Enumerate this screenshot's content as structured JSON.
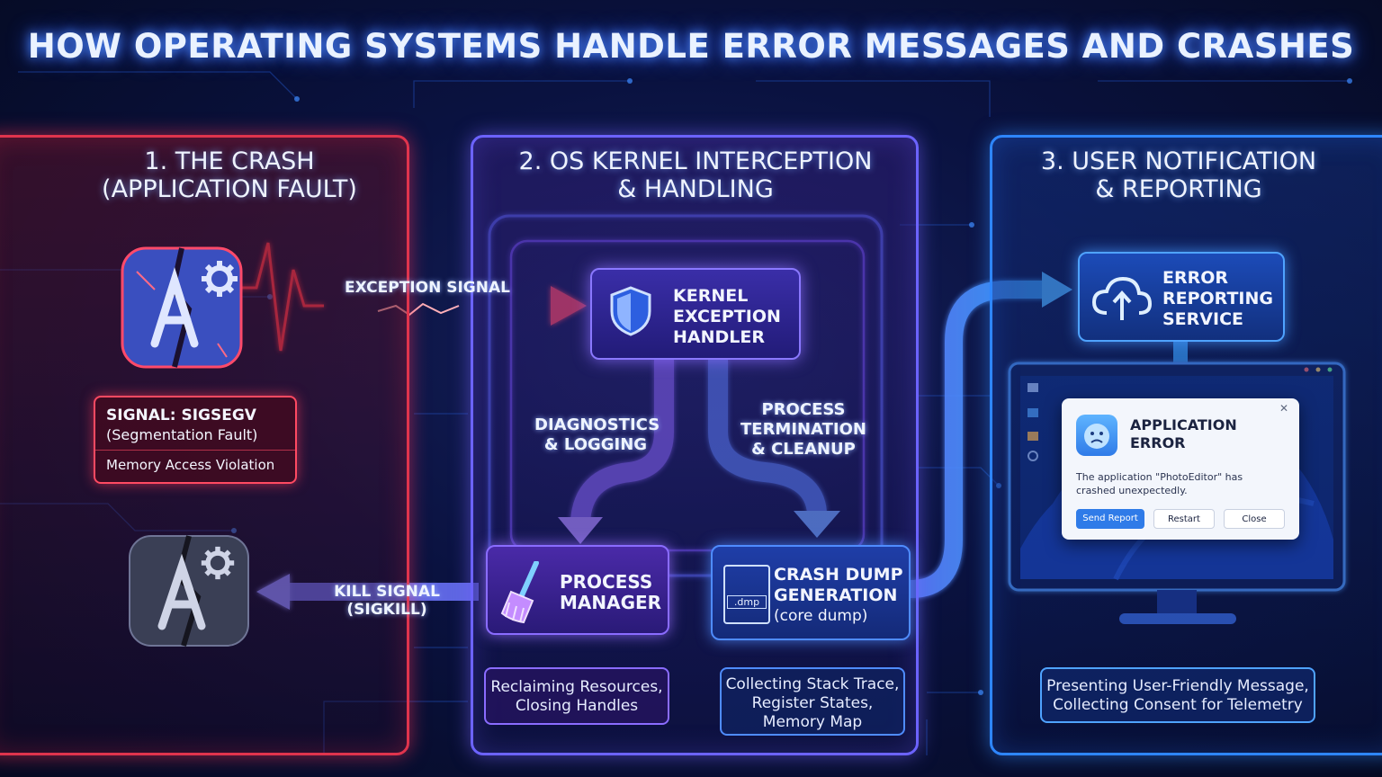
{
  "title": "HOW OPERATING SYSTEMS HANDLE ERROR MESSAGES AND CRASHES",
  "panels": {
    "crash": {
      "line1": "1. THE CRASH",
      "line2": "(APPLICATION FAULT)"
    },
    "kernel": {
      "line1": "2. OS KERNEL INTERCEPTION",
      "line2": "& HANDLING"
    },
    "user": {
      "line1": "3. USER NOTIFICATION",
      "line2": "& REPORTING"
    }
  },
  "signal_box": {
    "line1": "SIGNAL: SIGSEGV",
    "line2": "(Segmentation Fault)",
    "line3": "Memory Access Violation"
  },
  "arrows": {
    "exception": "EXCEPTION SIGNAL",
    "kill": "KILL SIGNAL (SIGKILL)"
  },
  "kernel_handler": {
    "line1": "KERNEL",
    "line2": "EXCEPTION",
    "line3": "HANDLER"
  },
  "diag_label": {
    "line1": "DIAGNOSTICS",
    "line2": "& LOGGING"
  },
  "term_label": {
    "line1": "PROCESS",
    "line2": "TERMINATION",
    "line3": "& CLEANUP"
  },
  "process_manager": {
    "line1": "PROCESS",
    "line2": "MANAGER"
  },
  "crash_dump": {
    "line1": "CRASH DUMP",
    "line2": "GENERATION",
    "line3": "(core dump)",
    "file_ext": ".dmp"
  },
  "pm_note": {
    "line1": "Reclaiming Resources,",
    "line2": "Closing Handles"
  },
  "cd_note": {
    "line1": "Collecting Stack Trace,",
    "line2": "Register States,",
    "line3": "Memory Map"
  },
  "error_service": {
    "line1": "ERROR",
    "line2": "REPORTING",
    "line3": "SERVICE"
  },
  "dialog": {
    "title_line1": "APPLICATION",
    "title_line2": "ERROR",
    "message_line1": "The application \"PhotoEditor\" has",
    "message_line2": "crashed unexpectedly.",
    "close_x": "✕",
    "buttons": {
      "send": "Send Report",
      "restart": "Restart",
      "close": "Close"
    }
  },
  "user_note": {
    "line1": "Presenting User-Friendly Message,",
    "line2": "Collecting Consent for Telemetry"
  },
  "colors": {
    "crash": "#e0344d",
    "kernel": "#6c63ff",
    "user": "#2e86ff",
    "accent_cyan": "#4fc3ff"
  },
  "icons": [
    "broken-app-icon",
    "gear-icon",
    "heartbeat-icon",
    "shield-icon",
    "broom-icon",
    "dump-file-icon",
    "cloud-upload-icon",
    "sad-face-icon",
    "monitor-icon"
  ]
}
